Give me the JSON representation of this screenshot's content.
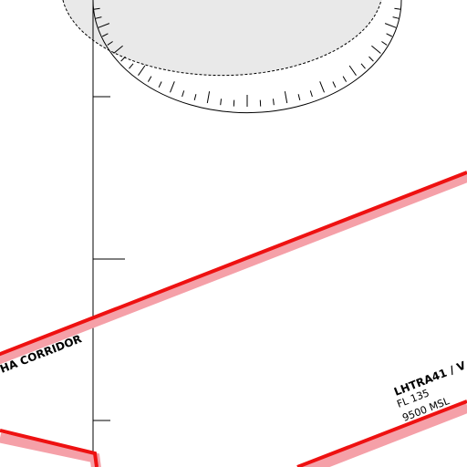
{
  "map": {
    "colors": {
      "background": "#ffffff",
      "airspace_boundary": "#ee1111",
      "airspace_halo": "#f5a0a8",
      "compass_fill": "#e9e9e9",
      "ink": "#000000"
    },
    "labels": {
      "corridor": "HA CORRIDOR",
      "area_name": "LHTRA41 / V",
      "upper_limit": "FL 135",
      "lower_limit": "9500 MSL"
    }
  }
}
